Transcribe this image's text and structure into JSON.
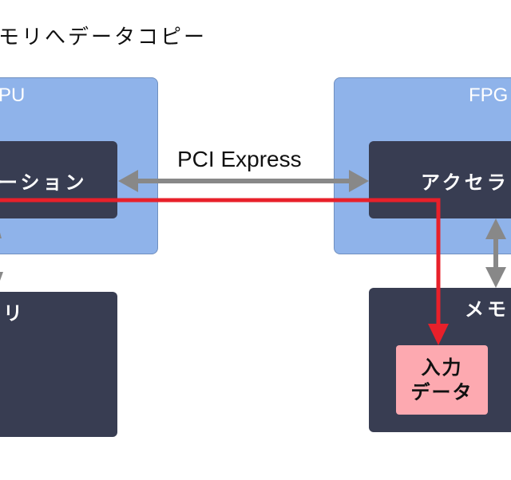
{
  "diagram": {
    "title": "モリへデータコピー",
    "host_panel": {
      "label": "PU"
    },
    "host_app": {
      "label": "ーション"
    },
    "host_memory": {
      "label": "リ"
    },
    "fpga_panel": {
      "label": "FPG"
    },
    "accelerator": {
      "label": "アクセラ"
    },
    "fpga_memory": {
      "label": "メモ"
    },
    "input_data": {
      "line1": "入力",
      "line2": "データ"
    },
    "link": {
      "label": "PCI Express"
    },
    "colors": {
      "panel": "#8fb3ea",
      "block": "#383d52",
      "input_data": "#fda9b0",
      "connector": "#888888",
      "data_flow": "#e8202a"
    }
  }
}
